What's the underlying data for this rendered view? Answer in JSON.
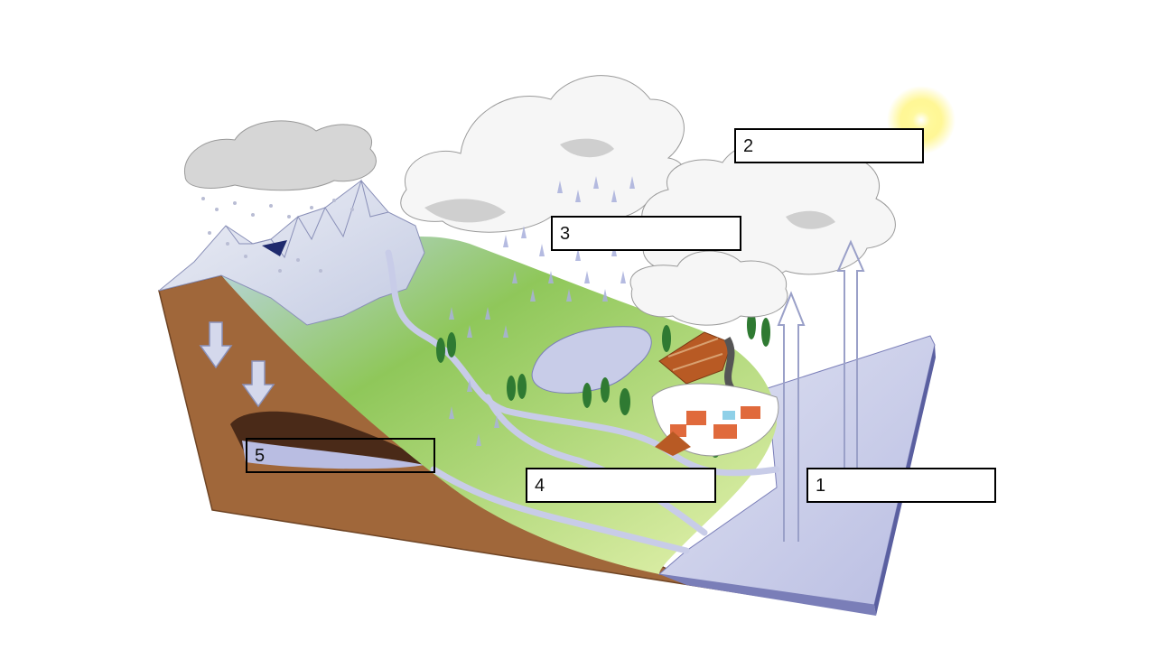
{
  "labels": [
    {
      "number": "1"
    },
    {
      "number": "2"
    },
    {
      "number": "3"
    },
    {
      "number": "4"
    },
    {
      "number": "5"
    }
  ],
  "colors": {
    "soil": "#a0673a",
    "grass": "#8fc75a",
    "water": "#c8cce8",
    "water_edge": "#5a5fa0",
    "snow": "#eef0f6",
    "cloud": "#f6f6f6",
    "cloud_shadow": "#c9c9c9",
    "sun": "#fff36a",
    "roof": "#e06a3c",
    "field": "#b85a24",
    "tree": "#2f7a32"
  },
  "icons": [
    "sun-icon",
    "cloud-icon",
    "rain-icon",
    "snow-icon",
    "tree-icon",
    "house-icon",
    "arrow-up-icon",
    "arrow-down-icon"
  ]
}
